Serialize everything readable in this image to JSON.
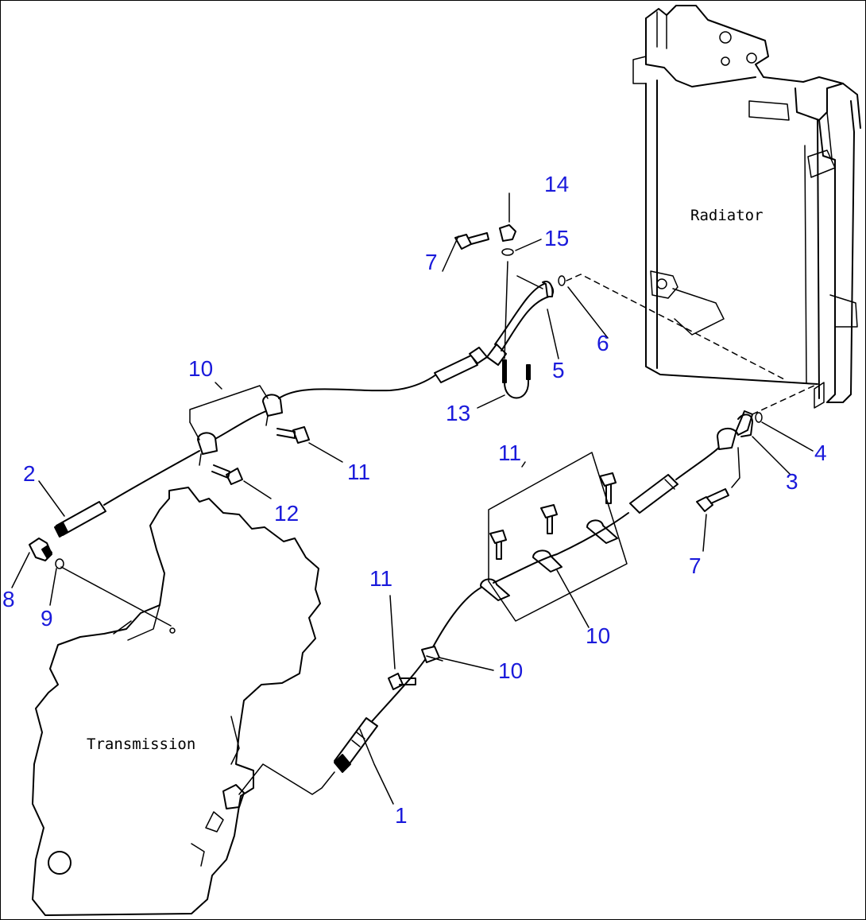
{
  "labels": {
    "radiator": "Radiator",
    "transmission": "Transmission"
  },
  "callouts": {
    "p14": "14",
    "p15": "15",
    "p7a": "7",
    "p6": "6",
    "p5": "5",
    "p13": "13",
    "p10a": "10",
    "p11a": "11",
    "p12": "12",
    "p2": "2",
    "p8": "8",
    "p9": "9",
    "p11b": "11",
    "p4": "4",
    "p3": "3",
    "p7b": "7",
    "p10b": "10",
    "p11c": "11",
    "p10c": "10",
    "p1": "1"
  },
  "colors": {
    "callout": "#1a1adb",
    "line": "#000000",
    "background": "#ffffff"
  }
}
